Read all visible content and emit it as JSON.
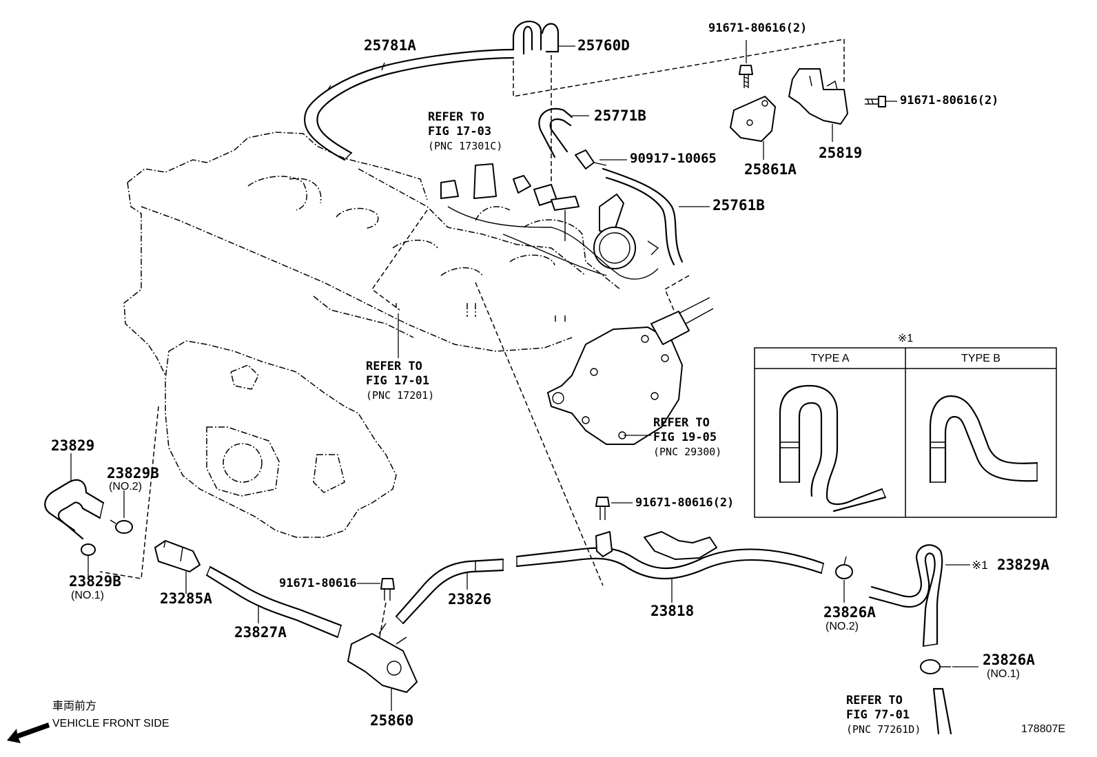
{
  "parts": {
    "p25781A": "25781A",
    "p25760D": "25760D",
    "p25771B": "25771B",
    "p90917": "90917-10065",
    "p25761B": "25761B",
    "p25861A": "25861A",
    "p25819": "25819",
    "p91671_top": "91671-80616(2)",
    "p91671_right": "91671-80616(2)",
    "p91671_mid": "91671-80616(2)",
    "p91671_single": "91671-80616",
    "p23829": "23829",
    "p23829B_2": "23829B",
    "p23829B_2_sub": "(NO.2)",
    "p23829B_1": "23829B",
    "p23829B_1_sub": "(NO.1)",
    "p23285A": "23285A",
    "p23827A": "23827A",
    "p25860": "25860",
    "p23826": "23826",
    "p23818": "23818",
    "p23826A_2": "23826A",
    "p23826A_2_sub": "(NO.2)",
    "p23826A_1": "23826A",
    "p23826A_1_sub": "(NO.1)",
    "p23829A": "23829A",
    "p23829A_mark": "※1"
  },
  "refs": {
    "r1703": {
      "l1": "REFER TO",
      "l2": "FIG 17-03",
      "l3": "(PNC 17301C)"
    },
    "r1701": {
      "l1": "REFER TO",
      "l2": "FIG 17-01",
      "l3": "(PNC 17201)"
    },
    "r1905": {
      "l1": "REFER TO",
      "l2": "FIG 19-05",
      "l3": "(PNC 29300)"
    },
    "r7701": {
      "l1": "REFER TO",
      "l2": "FIG 77-01",
      "l3": "(PNC 77261D)"
    }
  },
  "inset": {
    "mark": "※1",
    "type_a": "TYPE A",
    "type_b": "TYPE B"
  },
  "footer": {
    "direction_jp": "車両前方",
    "direction_en": "VEHICLE FRONT SIDE",
    "figure_id": "178807E"
  }
}
